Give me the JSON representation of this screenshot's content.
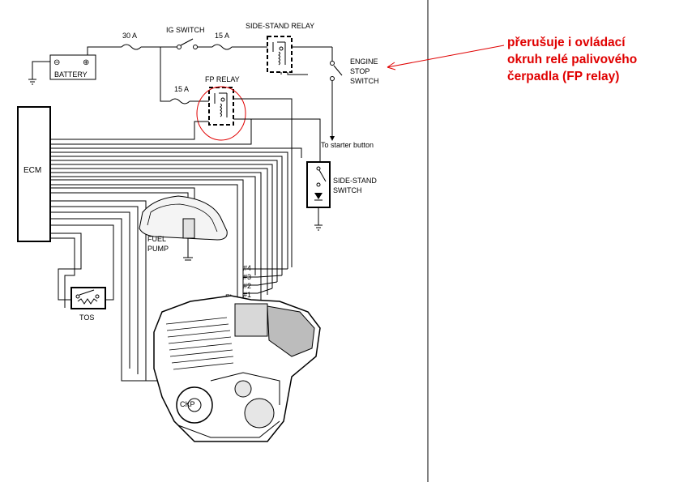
{
  "labels": {
    "battery": "BATTERY",
    "fuse_main": "30 A",
    "ig_switch": "IG SWITCH",
    "fuse_ig": "15 A",
    "side_stand_relay": "SIDE-STAND RELAY",
    "engine_stop_1": "ENGINE",
    "engine_stop_2": "STOP",
    "engine_stop_3": "SWITCH",
    "fuse_fp": "15 A",
    "fp_relay": "FP RELAY",
    "to_starter": "To starter button",
    "side_stand_switch_1": "SIDE-STAND",
    "side_stand_switch_2": "SWITCH",
    "ecm": "ECM",
    "fuel_pump_1": "FUEL",
    "fuel_pump_2": "PUMP",
    "inj4": "#4",
    "inj3": "#3",
    "inj2": "#2",
    "inj1": "#1",
    "fi": "FI",
    "tos": "TOS",
    "ckp": "CKP",
    "battery_minus": "⊖",
    "battery_plus": "⊕"
  },
  "annotation": {
    "lines": [
      "přerušuje i ovládací",
      "okruh relé palivového",
      "čerpadla (FP relay)"
    ],
    "color": "#e00000"
  },
  "colors": {
    "annotation": "#e00000",
    "highlight_ellipse": "#e00000",
    "lines": "#000000"
  }
}
